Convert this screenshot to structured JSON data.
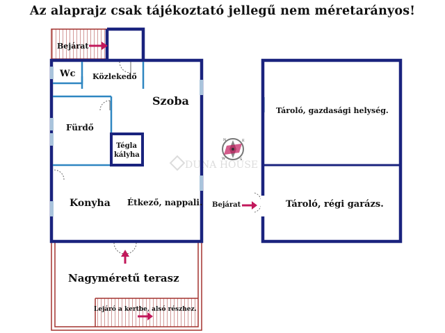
{
  "header": {
    "note": "Az alaprajz csak tájékoztató jellegű nem méretarányos!"
  },
  "rooms": {
    "bejarat_top": "Bejárat",
    "wc": "Wc",
    "kozlekedo": "Közlekedő",
    "szoba": "Szoba",
    "furdo": "Fürdő",
    "kalyha_line1": "Tégla",
    "kalyha_line2": "kályha",
    "konyha": "Konyha",
    "etkezo": "Étkező, nappali.",
    "terasz": "Nagyméretű terasz",
    "lejaro": "Lejáró a kertbe, alsó részhez.",
    "bejarat_right": "Bejárat",
    "tarolo_upper": "Tároló, gazdasági helység.",
    "tarolo_lower": "Tároló, régi garázs."
  },
  "watermark": {
    "text": "DUNA HOUSE"
  },
  "compass": {
    "n": "N",
    "s": "S",
    "e": "E",
    "w": "W"
  },
  "colors": {
    "wall": "#1a237e",
    "partition": "#2e86c1",
    "terrace": "#a3322f",
    "arrow": "#c2185b",
    "window": "#a9c4dc"
  }
}
